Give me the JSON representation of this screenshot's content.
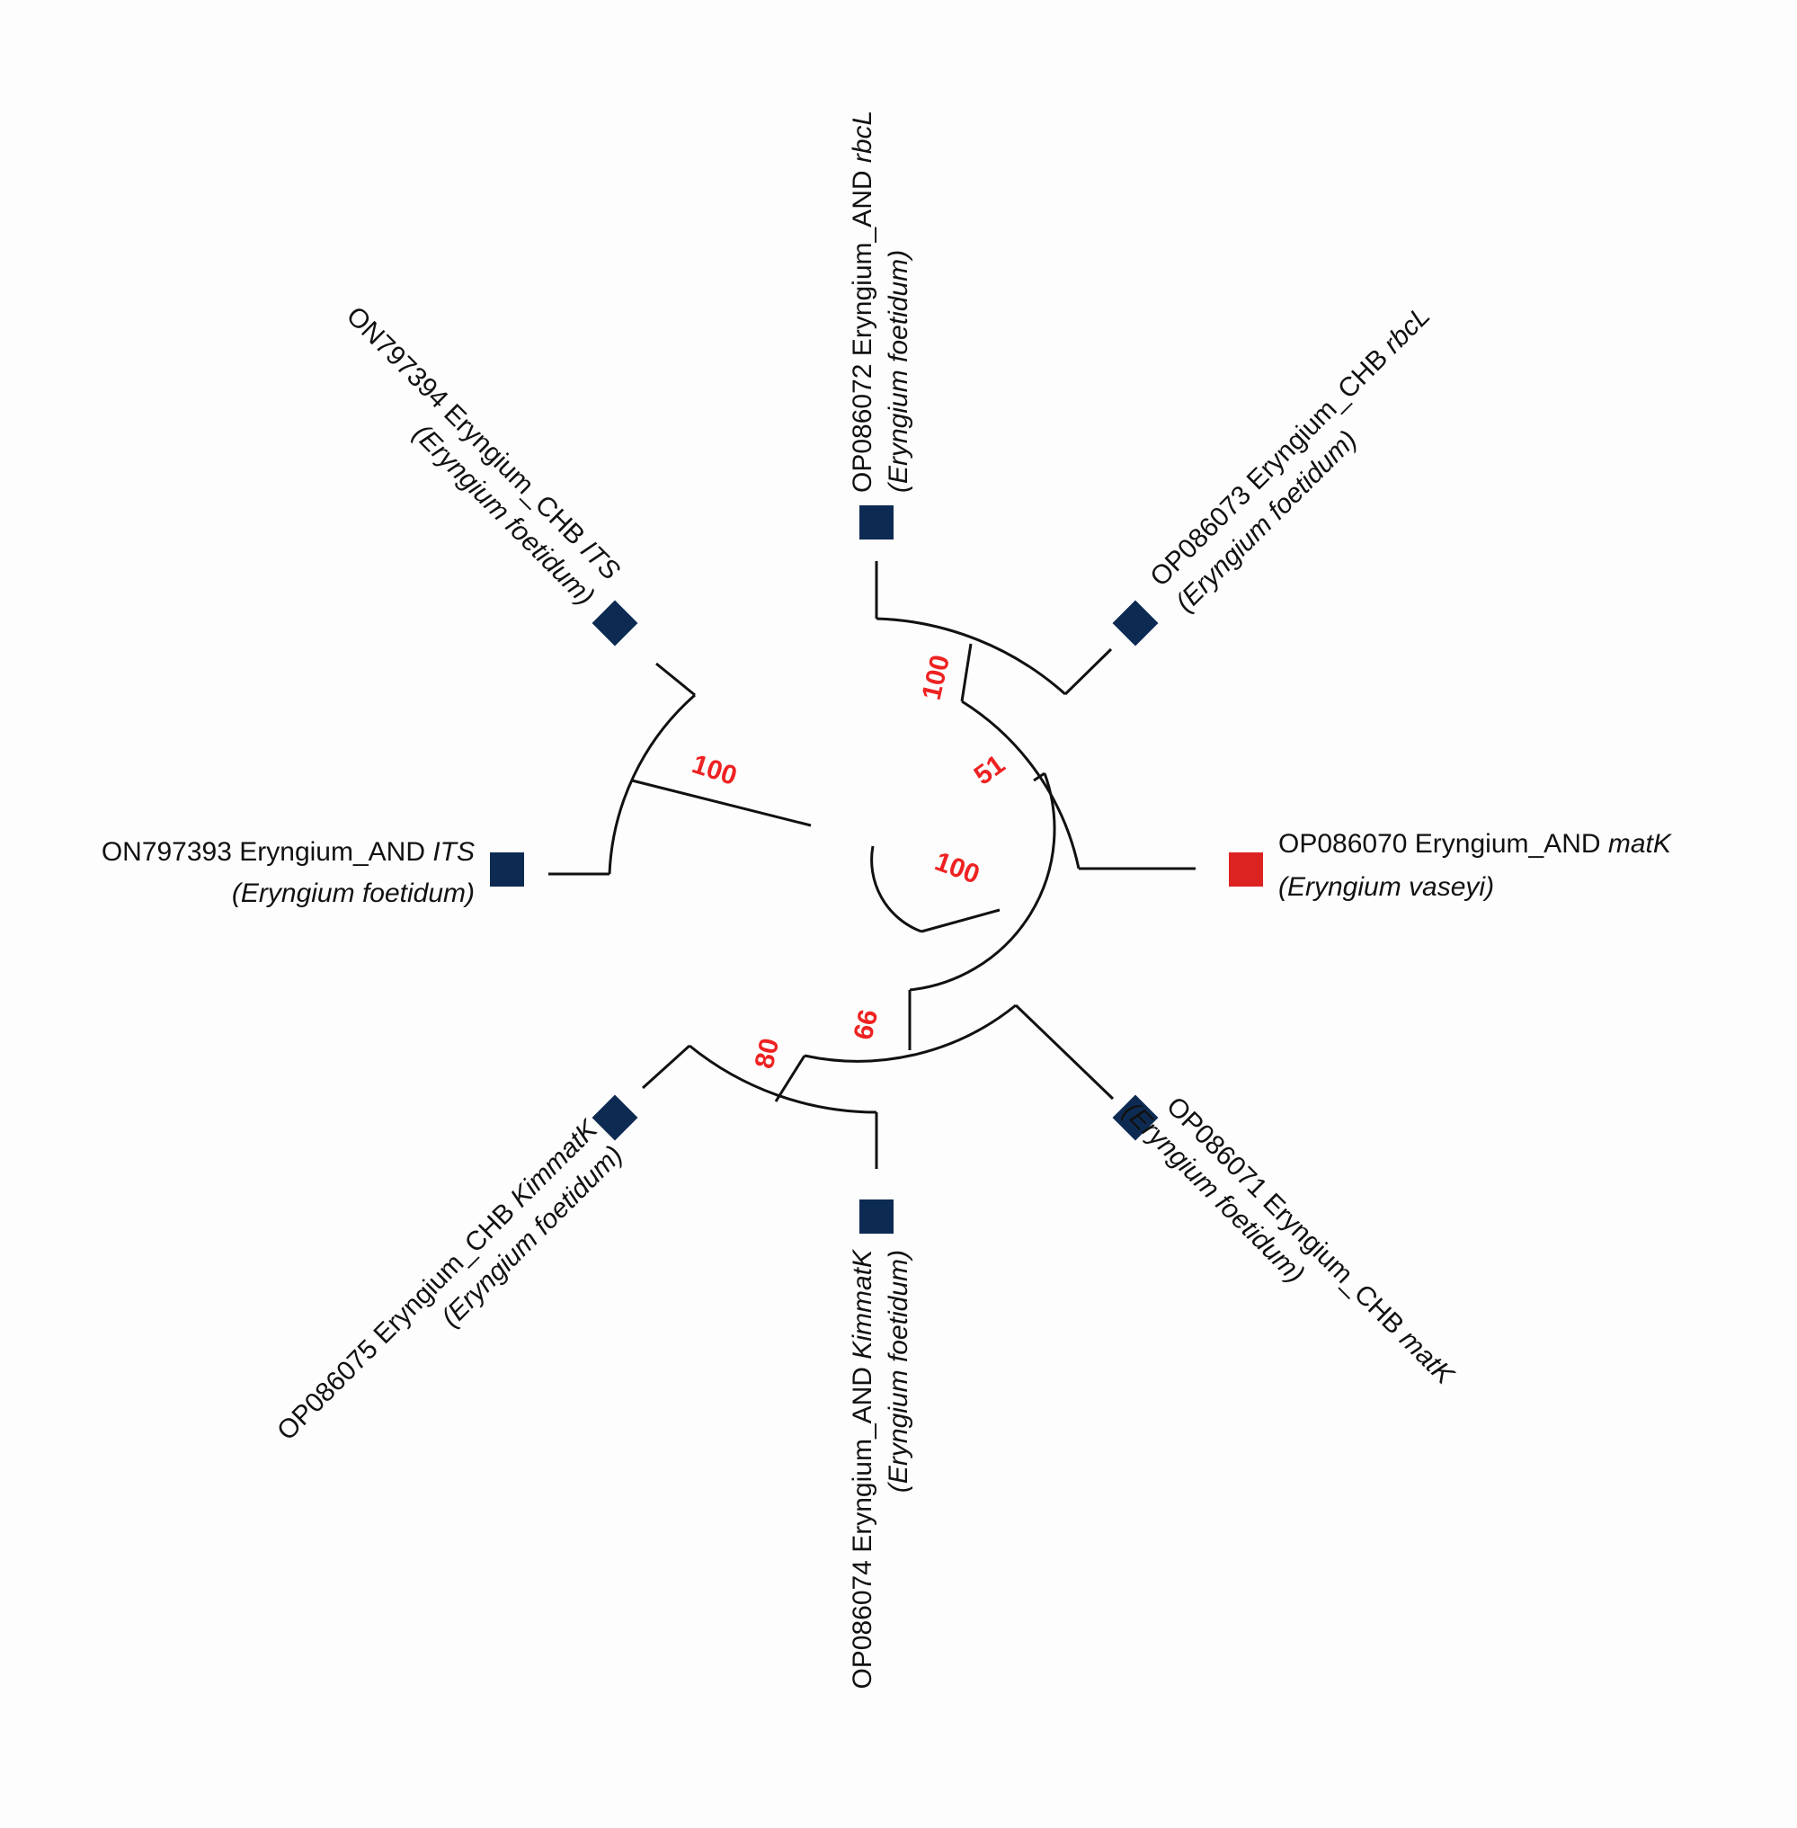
{
  "colors": {
    "branch": "#111111",
    "bootstrap": "#ee2222",
    "marker_default": "#0d2b52",
    "marker_outlier": "#dd2222"
  },
  "bootstrap_values": {
    "its_clade": "100",
    "rbcl_clade": "100",
    "rbcl_matk_clade": "51",
    "inner_clade": "100",
    "kimmatk_matk_clade": "66",
    "kimmatk_clade": "80"
  },
  "leaves": [
    {
      "id": "ON797393",
      "accession_text": "ON797393 Eryngium_AND ",
      "marker_text": "ITS",
      "species_text": "(Eryngium foetidum)",
      "marker_shape": "square",
      "marker_color": "#0d2b52"
    },
    {
      "id": "ON797394",
      "accession_text": "ON797394 Eryngium_CHB ",
      "marker_text": "ITS",
      "species_text": "(Eryngium foetidum)",
      "marker_shape": "diamond",
      "marker_color": "#0d2b52"
    },
    {
      "id": "OP086072",
      "accession_text": "OP086072 Eryngium_AND ",
      "marker_text": "rbcL",
      "species_text": "(Eryngium foetidum)",
      "marker_shape": "square",
      "marker_color": "#0d2b52"
    },
    {
      "id": "OP086073",
      "accession_text": "OP086073 Eryngium_CHB ",
      "marker_text": "rbcL",
      "species_text": "(Eryngium foetidum)",
      "marker_shape": "diamond",
      "marker_color": "#0d2b52"
    },
    {
      "id": "OP086070",
      "accession_text": "OP086070 Eryngium_AND ",
      "marker_text": "matK",
      "species_text": "(Eryngium vaseyi)",
      "marker_shape": "square",
      "marker_color": "#dd2222"
    },
    {
      "id": "OP086071",
      "accession_text": "OP086071 Eryngium_CHB ",
      "marker_text": "matK",
      "species_text": "(Eryngium foetidum)",
      "marker_shape": "diamond",
      "marker_color": "#0d2b52"
    },
    {
      "id": "OP086074",
      "accession_text": "OP086074 Eryngium_AND ",
      "marker_text": "KimmatK",
      "species_text": "(Eryngium foetidum)",
      "marker_shape": "square",
      "marker_color": "#0d2b52"
    },
    {
      "id": "OP086075",
      "accession_text": "OP086075 Eryngium_CHB ",
      "marker_text": "KimmatK",
      "species_text": "(Eryngium foetidum)",
      "marker_shape": "diamond",
      "marker_color": "#0d2b52"
    }
  ]
}
